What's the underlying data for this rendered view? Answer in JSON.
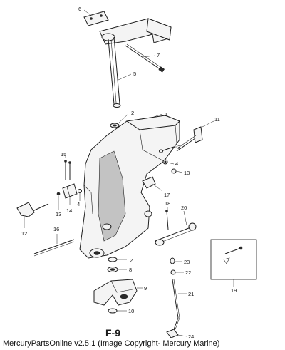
{
  "figure_label": "F-9",
  "footer_text": "MercuryPartsOnline v2.5.1 (Image Copyright- Mercury Marine)",
  "callouts": [
    "1",
    "2",
    "3",
    "4",
    "5",
    "6",
    "7",
    "8",
    "9",
    "10",
    "11",
    "12",
    "13",
    "14",
    "15",
    "16",
    "17",
    "18",
    "19",
    "20",
    "21",
    "22",
    "23",
    "24"
  ]
}
